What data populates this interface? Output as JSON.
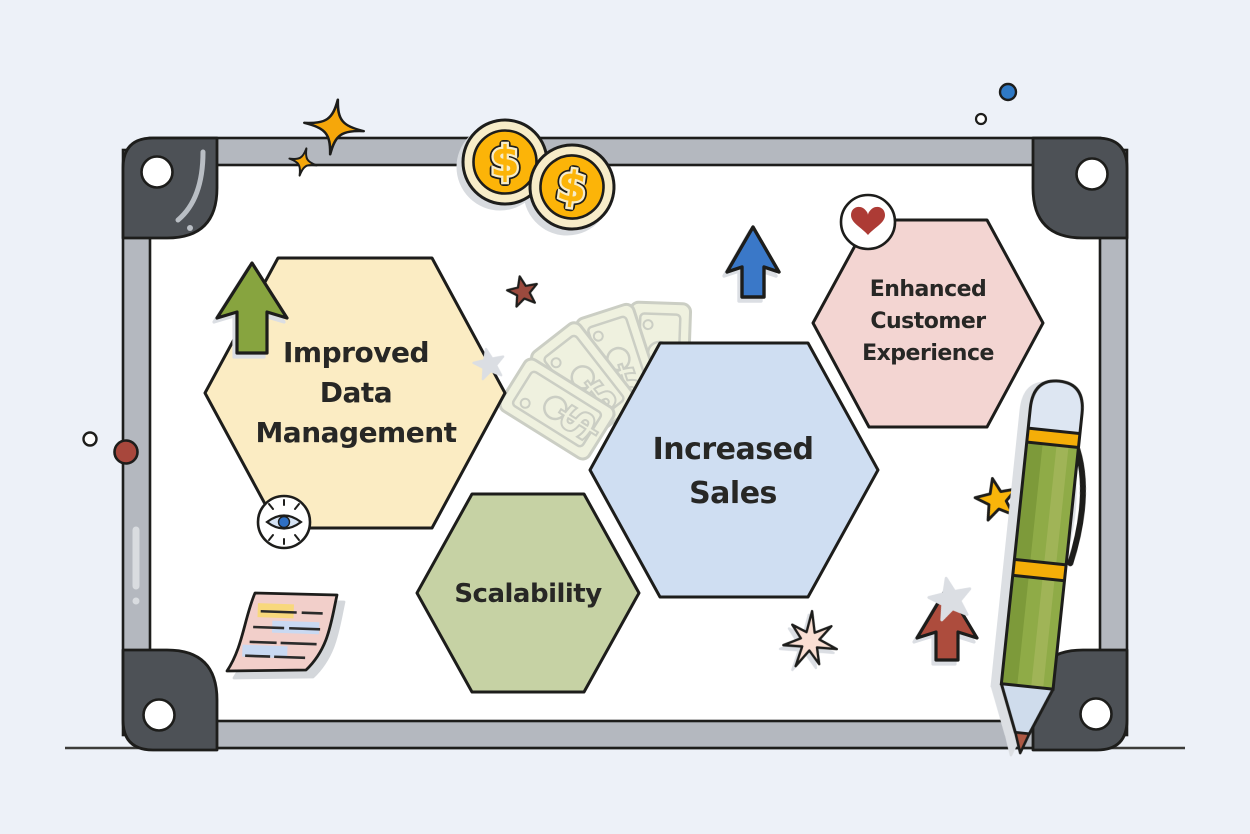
{
  "scene": {
    "description": "Whiteboard illustration of benefits shown as hexagons",
    "background": "#edf1f8",
    "board_fill": "#ffffff",
    "frame_color": "#b4b8bf",
    "frame_corner_color": "#4d5156",
    "outline_color": "#1d1d1b"
  },
  "hexagons": [
    {
      "id": "improved-data-management",
      "fill": "#fbecc3",
      "lines": [
        "Improved",
        "Data",
        "Management"
      ]
    },
    {
      "id": "scalability",
      "fill": "#c6d2a4",
      "lines": [
        "Scalability"
      ]
    },
    {
      "id": "increased-sales",
      "fill": "#cfdef2",
      "lines": [
        "Increased",
        "Sales"
      ]
    },
    {
      "id": "enhanced-customer-experience",
      "fill": "#f3d5d2",
      "lines": [
        "Enhanced",
        "Customer",
        "Experience"
      ]
    }
  ],
  "symbols": {
    "dollar": "$"
  },
  "icons": {
    "arrow_green": "#87a43f",
    "arrow_blue": "#3a78c8",
    "arrow_red": "#ad4c3d",
    "star_red": "#9c4a3e",
    "star_yellow": "#f9b50b",
    "sparkle_gold": "#f6a70a",
    "coin_gold": "#fcb408",
    "coin_rim": "#f7ecc8",
    "heart_red": "#ad3b35",
    "burst_pink": "#fadfd3",
    "dot_blue": "#2f79c5",
    "dot_red": "#a8473c",
    "bill_fill": "#eff1de",
    "bill_line": "#c9ccc1",
    "note_fill": "#f2cfca",
    "note_highlight_yellow": "#f8d87c",
    "note_highlight_blue": "#c9d9f2",
    "eye_iris": "#d6e3f4",
    "eye_pupil": "#2e6fc4",
    "pen_cap": "#dde6f2",
    "pen_band": "#f4ae08",
    "pen_body": "#8fab47",
    "pen_body_dark": "#7d9a3a",
    "pen_body_light": "#a0b457",
    "pen_cone": "#cfdcec",
    "pen_tip": "#ad5843"
  }
}
